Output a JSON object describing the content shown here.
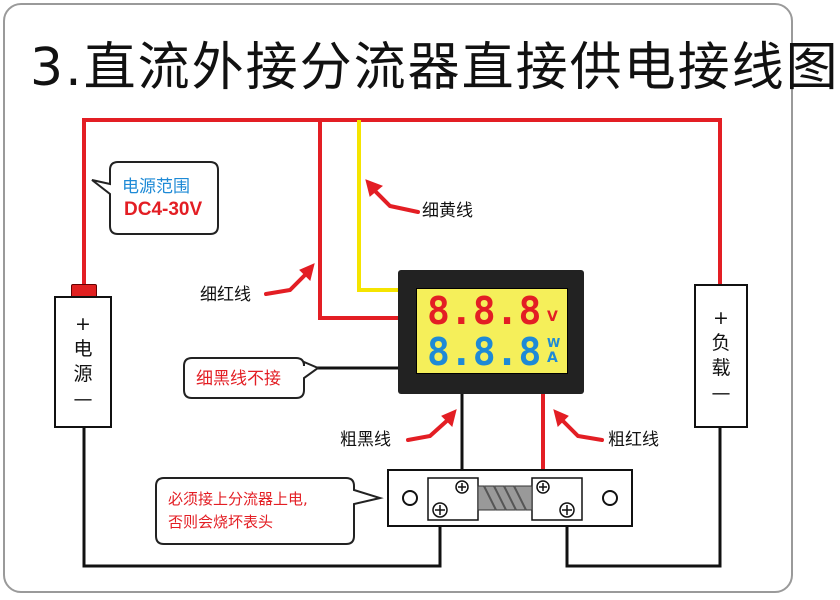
{
  "title": "3.直流外接分流器直接供电接线图",
  "power_source": {
    "plus": "+",
    "label_1": "电",
    "label_2": "源",
    "minus": "—"
  },
  "load": {
    "plus": "+",
    "label_1": "负",
    "label_2": "载",
    "minus": "—"
  },
  "meter": {
    "voltage_digits": "8.8.8",
    "voltage_unit": "V",
    "current_digits": "8.8.8",
    "power_unit": "W",
    "current_unit": "A",
    "display_color": "#f5ef5a",
    "voltage_color": "#e31e24",
    "current_color": "#1e8ad6"
  },
  "labels": {
    "thin_yellow": "细黄线",
    "thin_red": "细红线",
    "thick_black": "粗黑线",
    "thick_red": "粗红线"
  },
  "callouts": {
    "voltage_range_title": "电源范围",
    "voltage_range_value": "DC4-30V",
    "thin_black": "细黑线不接",
    "shunt_note_line1": "必须接上分流器上电,",
    "shunt_note_line2": "否则会烧坏表头"
  },
  "colors": {
    "red_wire": "#e31e24",
    "yellow_wire": "#f5e400",
    "black_wire": "#111111",
    "blue_text": "#1e8ad6"
  }
}
